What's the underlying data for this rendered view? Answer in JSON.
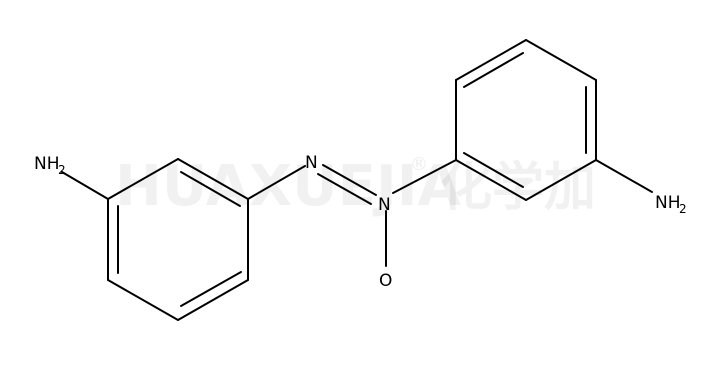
{
  "watermark": {
    "text": "HUAXUEJIA",
    "registered": "®",
    "cjk": "化学加"
  },
  "molecule": {
    "atoms": {
      "nh2_left": {
        "main": "NH",
        "sub": "2"
      },
      "n_azo": "N",
      "n_oxide": "N",
      "o": "O",
      "nh2_right": {
        "main": "NH",
        "sub": "2"
      }
    }
  }
}
